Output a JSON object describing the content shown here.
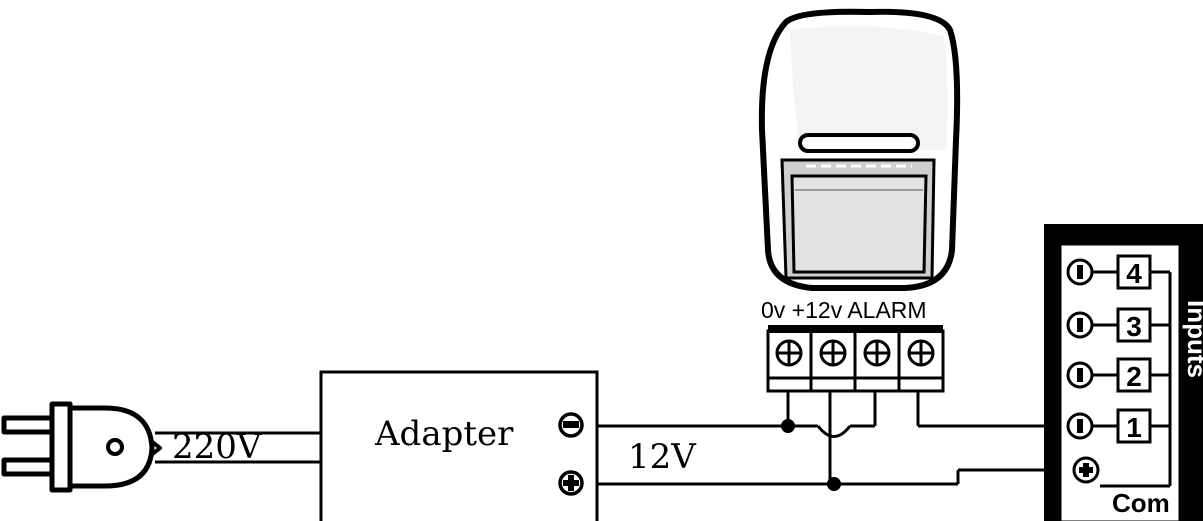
{
  "plug": {
    "voltage_label": "220V"
  },
  "adapter": {
    "label": "Adapter",
    "minus_symbol": "−",
    "plus_symbol": "+"
  },
  "supply": {
    "voltage_label": "12V"
  },
  "sensor": {
    "terminal_labels": "0v +12v ALARM"
  },
  "panel": {
    "side_label": "Inputs",
    "inputs": [
      "4",
      "3",
      "2",
      "1"
    ],
    "com_label": "Com",
    "minus_symbol": "−",
    "plus_symbol": "+"
  }
}
